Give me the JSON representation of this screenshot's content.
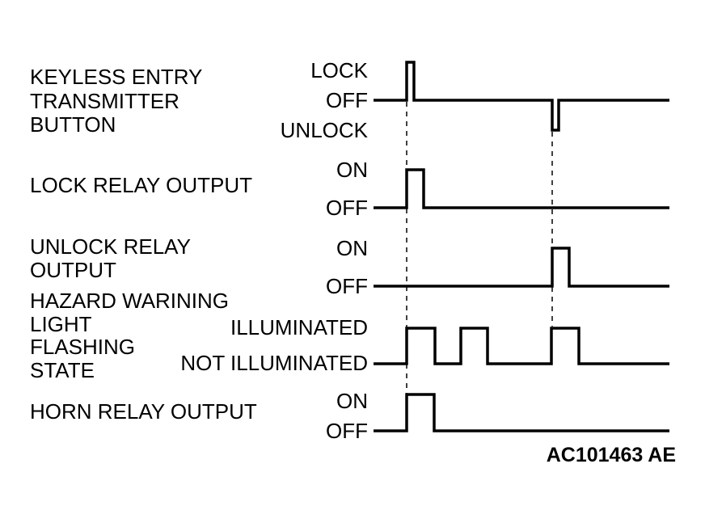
{
  "signals": [
    {
      "id": "keyless",
      "name_lines": [
        "KEYLESS ENTRY",
        "TRANSMITTER",
        "BUTTON"
      ],
      "states": [
        "LOCK",
        "OFF",
        "UNLOCK"
      ]
    },
    {
      "id": "lock-relay",
      "name_lines": [
        "LOCK RELAY OUTPUT"
      ],
      "states": [
        "ON",
        "OFF"
      ]
    },
    {
      "id": "unlock-relay",
      "name_lines": [
        "UNLOCK RELAY",
        "OUTPUT"
      ],
      "states": [
        "ON",
        "OFF"
      ]
    },
    {
      "id": "hazard",
      "name_lines": [
        "HAZARD WARINING",
        "LIGHT",
        "FLASHING",
        "STATE"
      ],
      "states": [
        "ILLUMINATED",
        "NOT ILLUMINATED"
      ]
    },
    {
      "id": "horn-relay",
      "name_lines": [
        "HORN RELAY OUTPUT"
      ],
      "states": [
        "ON",
        "OFF"
      ]
    }
  ],
  "figure_code": "AC101463 AE"
}
